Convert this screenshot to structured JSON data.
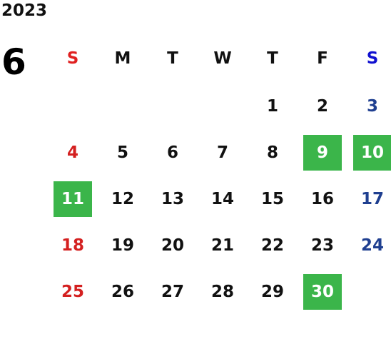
{
  "calendar": {
    "year": "2023",
    "month": "6",
    "weekdays": [
      "S",
      "M",
      "T",
      "W",
      "T",
      "F",
      "S"
    ],
    "weeks": [
      [
        "",
        "",
        "",
        "",
        "1",
        "2",
        "3"
      ],
      [
        "4",
        "5",
        "6",
        "7",
        "8",
        "9",
        "10"
      ],
      [
        "11",
        "12",
        "13",
        "14",
        "15",
        "16",
        "17"
      ],
      [
        "18",
        "19",
        "20",
        "21",
        "22",
        "23",
        "24"
      ],
      [
        "25",
        "26",
        "27",
        "28",
        "29",
        "30",
        ""
      ]
    ],
    "highlighted_days": [
      "9",
      "10",
      "11",
      "30"
    ],
    "colors": {
      "sunday": "#e02020",
      "saturday_header": "#1010d0",
      "saturday": "#1f3f90",
      "highlight_bg": "#3bb54a",
      "highlight_text": "#ffffff",
      "default_text": "#111111"
    }
  }
}
